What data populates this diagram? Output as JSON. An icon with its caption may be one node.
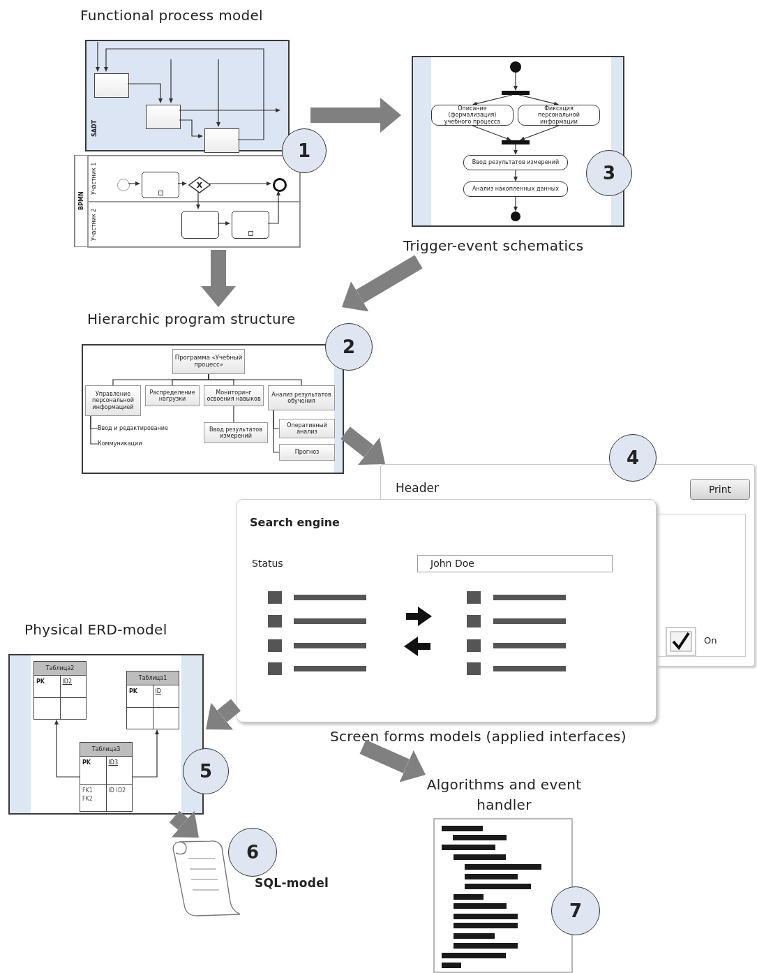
{
  "diagram": {
    "nodes": [
      {
        "text": [
          "Functional process model"
        ]
      },
      {
        "text": [
          "SADT"
        ],
        "in": 0
      },
      {
        "text": [],
        "shape": "box",
        "in": 1
      },
      {
        "text": [],
        "shape": "box",
        "in": 1
      },
      {
        "text": [],
        "shape": "box",
        "in": 1
      },
      {
        "text": [
          "BPMN"
        ],
        "in": 0
      },
      {
        "text": [
          "Участник 1"
        ],
        "in": 5
      },
      {
        "text": [
          "Участник 2"
        ],
        "in": 5
      },
      {
        "text": [],
        "shape": "circle",
        "in": 6
      },
      {
        "text": [],
        "shape": "box",
        "in": 6
      },
      {
        "text": [
          "X"
        ],
        "in": 6
      },
      {
        "text": [],
        "shape": "circle",
        "in": 6
      },
      {
        "text": [],
        "shape": "box",
        "in": 7
      },
      {
        "text": [],
        "shape": "box",
        "in": 7
      },
      {
        "text": [
          "1"
        ]
      },
      {
        "text": [
          "Trigger-event schematics"
        ]
      },
      {
        "text": [],
        "shape": "circle",
        "in": 15
      },
      {
        "text": [],
        "shape": "bar",
        "in": 15
      },
      {
        "text": [
          "Описание (формализация) учебного процесса"
        ],
        "in": 15
      },
      {
        "text": [
          "Фиксация персональной информации"
        ],
        "in": 15
      },
      {
        "text": [],
        "shape": "bar",
        "in": 15
      },
      {
        "text": [
          "Ввод результатов измерений"
        ],
        "in": 15
      },
      {
        "text": [
          "Анализ накопленных данных"
        ],
        "in": 15
      },
      {
        "text": [],
        "shape": "circle",
        "in": 15
      },
      {
        "text": [
          "3"
        ]
      },
      {
        "text": [
          "Hierarchic program structure"
        ]
      },
      {
        "text": [
          "Программа «Учебный процесс»"
        ],
        "in": 25
      },
      {
        "text": [
          "Управление персональной информацией"
        ],
        "in": 25
      },
      {
        "text": [
          "Распределение нагрузки"
        ],
        "in": 25
      },
      {
        "text": [
          "Мониторинг освоения навыков"
        ],
        "in": 25
      },
      {
        "text": [
          "Анализ результатов обучения"
        ],
        "in": 25
      },
      {
        "text": [
          "Ввод и редактирование"
        ],
        "in": 25
      },
      {
        "text": [
          "Коммуникации"
        ],
        "in": 25
      },
      {
        "text": [
          "Ввод результатов измерений"
        ],
        "in": 25
      },
      {
        "text": [
          "Оперативный анализ"
        ],
        "in": 25
      },
      {
        "text": [
          "Прогноз"
        ],
        "in": 25
      },
      {
        "text": [
          "2"
        ]
      },
      {
        "text": [
          "Screen forms models (applied interfaces)"
        ]
      },
      {
        "text": [
          "Header"
        ],
        "in": 37
      },
      {
        "text": [
          "Search engine"
        ],
        "in": 37
      },
      {
        "text": [
          "Print"
        ],
        "in": 38
      },
      {
        "text": [
          "John Doe"
        ]
      },
      {
        "text": [
          "4"
        ]
      },
      {
        "text": [
          "Physical ERD-model"
        ]
      },
      {
        "text": [
          "Таблица2",
          "PK",
          "ID2"
        ],
        "in": 43
      },
      {
        "text": [
          "Таблица1",
          "PK",
          "ID"
        ],
        "in": 43
      },
      {
        "text": [
          "Таблица3",
          "PK",
          "ID3",
          "FK1 FK2",
          "ID ID2"
        ],
        "in": 43
      },
      {
        "text": [
          "5"
        ]
      },
      {
        "text": [
          "SQL-model"
        ]
      },
      {
        "text": [
          "6"
        ]
      },
      {
        "text": [
          "Algorithms and event handler"
        ]
      },
      {
        "text": [
          "7"
        ]
      }
    ],
    "edges": [
      {
        "from": 0,
        "to": 15,
        "arrow": "to",
        "style": "thick",
        "color": "#808080"
      },
      {
        "from": 0,
        "to": 25,
        "arrow": "to",
        "style": "thick",
        "color": "#808080"
      },
      {
        "from": 15,
        "to": 25,
        "arrow": "to",
        "style": "thick",
        "color": "#808080"
      },
      {
        "from": 25,
        "to": 38,
        "arrow": "to",
        "style": "thick",
        "color": "#808080"
      },
      {
        "from": 39,
        "to": 43,
        "arrow": "to",
        "style": "thick",
        "color": "#808080"
      },
      {
        "from": 37,
        "to": 50,
        "arrow": "to",
        "style": "thick",
        "color": "#808080"
      },
      {
        "from": 43,
        "to": 48,
        "arrow": "to",
        "style": "thick",
        "color": "#808080"
      },
      {
        "from": null,
        "to": 2,
        "arrow": "to"
      },
      {
        "from": 4,
        "to": 2,
        "arrow": "to"
      },
      {
        "from": 2,
        "to": 3,
        "arrow": "to"
      },
      {
        "from": null,
        "to": 3,
        "arrow": "to"
      },
      {
        "from": 3,
        "to": 4,
        "arrow": "to"
      },
      {
        "from": null,
        "to": 4,
        "arrow": "to"
      },
      {
        "from": 3,
        "to": null,
        "arrow": "to"
      },
      {
        "from": 8,
        "to": 9,
        "arrow": "to"
      },
      {
        "from": 9,
        "to": 10,
        "arrow": "to"
      },
      {
        "from": 10,
        "to": 11,
        "arrow": "to"
      },
      {
        "from": 10,
        "to": 12,
        "arrow": "to"
      },
      {
        "from": 12,
        "to": 13,
        "arrow": "to"
      },
      {
        "from": 13,
        "to": 11,
        "arrow": "to"
      },
      {
        "from": 16,
        "to": 17,
        "arrow": "to"
      },
      {
        "from": 17,
        "to": 18,
        "arrow": "to"
      },
      {
        "from": 17,
        "to": 19,
        "arrow": "to"
      },
      {
        "from": 18,
        "to": 20,
        "arrow": "to"
      },
      {
        "from": 19,
        "to": 20,
        "arrow": "to"
      },
      {
        "from": 20,
        "to": 21,
        "arrow": "to"
      },
      {
        "from": 21,
        "to": 22,
        "arrow": "to"
      },
      {
        "from": 22,
        "to": 23,
        "arrow": "to"
      },
      {
        "from": 26,
        "to": 27,
        "arrow": "none"
      },
      {
        "from": 26,
        "to": 28,
        "arrow": "none"
      },
      {
        "from": 26,
        "to": 29,
        "arrow": "none"
      },
      {
        "from": 26,
        "to": 30,
        "arrow": "none"
      },
      {
        "from": 27,
        "to": 31,
        "arrow": "none"
      },
      {
        "from": 27,
        "to": 32,
        "arrow": "none"
      },
      {
        "from": 29,
        "to": 33,
        "arrow": "none"
      },
      {
        "from": 30,
        "to": 34,
        "arrow": "none"
      },
      {
        "from": 30,
        "to": 35,
        "arrow": "none"
      },
      {
        "from": 46,
        "to": 44,
        "arrow": "to"
      },
      {
        "from": 46,
        "to": 45,
        "arrow": "to"
      }
    ],
    "labels": [
      "Status",
      "On"
    ]
  }
}
